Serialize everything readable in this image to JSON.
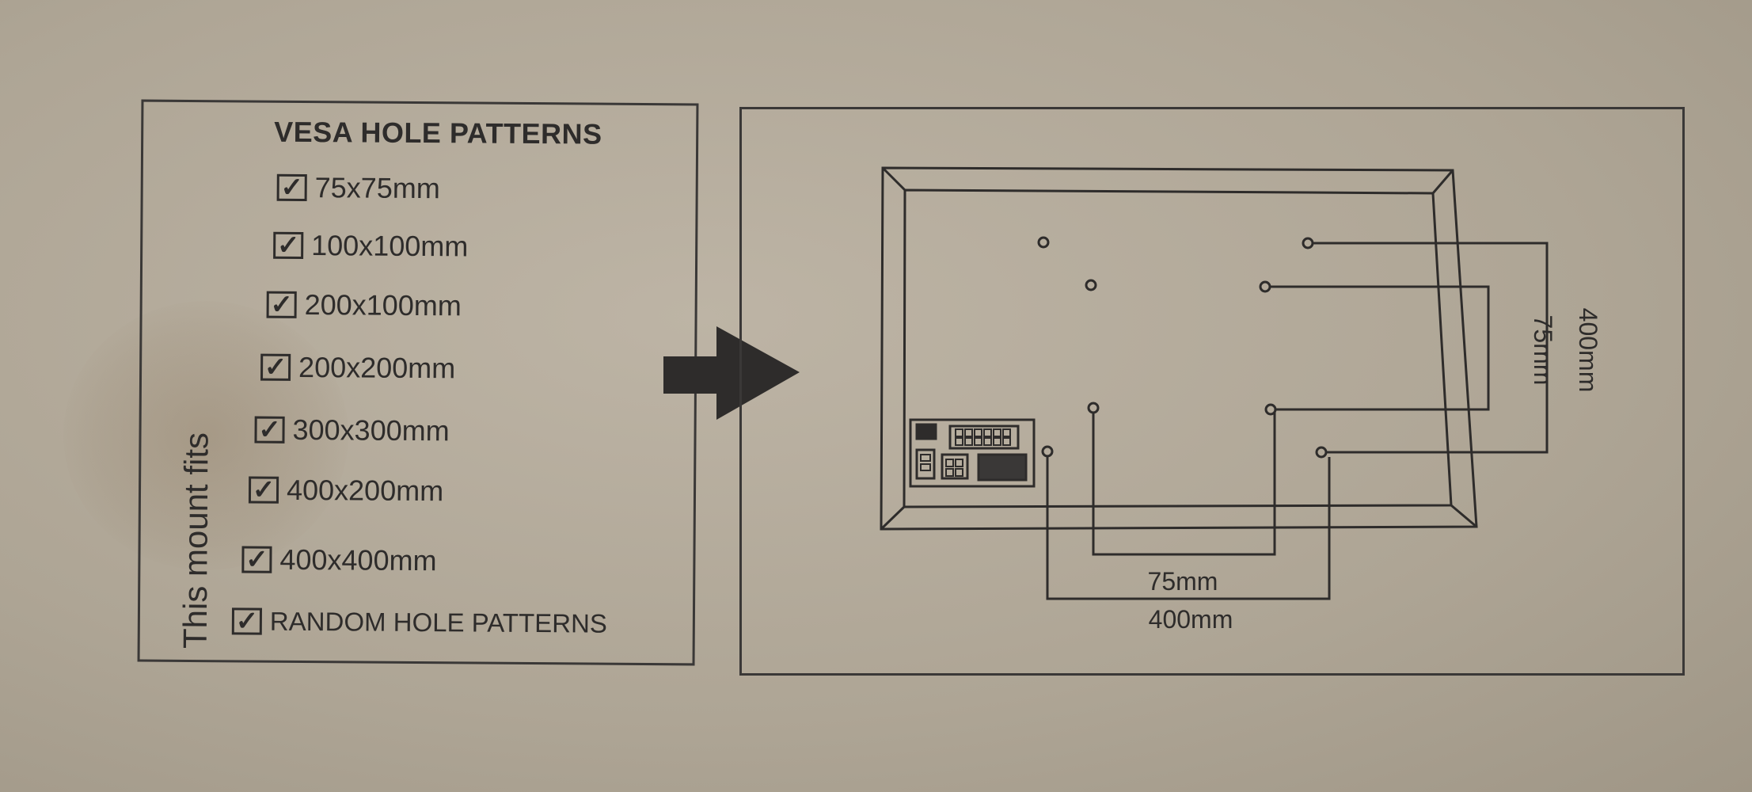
{
  "panel": {
    "title": "VESA HOLE PATTERNS",
    "side_label": "This mount fits",
    "check_glyph": "✓",
    "options": [
      {
        "label": "75x75mm",
        "checked": true
      },
      {
        "label": "100x100mm",
        "checked": true
      },
      {
        "label": "200x100mm",
        "checked": true
      },
      {
        "label": "200x200mm",
        "checked": true
      },
      {
        "label": "300x300mm",
        "checked": true
      },
      {
        "label": "400x200mm",
        "checked": true
      },
      {
        "label": "400x400mm",
        "checked": true
      },
      {
        "label": "RANDOM HOLE PATTERNS",
        "checked": true
      }
    ]
  },
  "diagram": {
    "arrow_icon": "right-arrow-icon",
    "dim_small_horizontal": "75mm",
    "dim_large_horizontal": "400mm",
    "dim_small_vertical": "75mm",
    "dim_large_vertical": "400mm",
    "connector_panel_icon": "connector-panel-icon"
  },
  "colors": {
    "ink": "#2e2c2b",
    "cardboard": "#aea595"
  }
}
